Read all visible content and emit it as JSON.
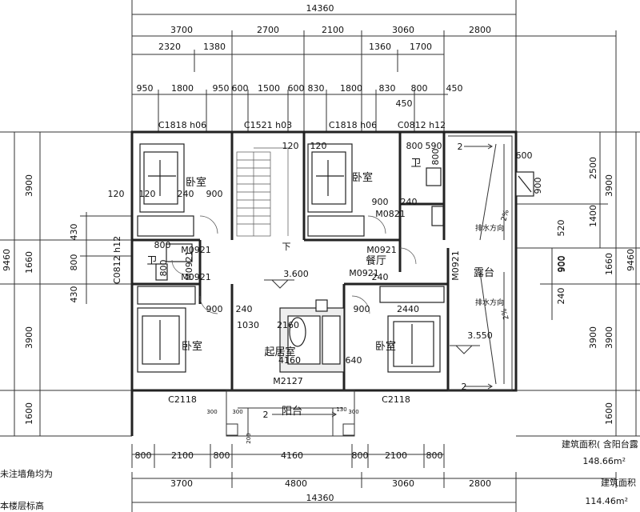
{
  "dimensions": {
    "total_top": "14360",
    "top_row1": [
      "3700",
      "2700",
      "2100",
      "3060",
      "2800"
    ],
    "top_row2": [
      "2320",
      "1380",
      "1360",
      "1700"
    ],
    "top_row3": [
      "950",
      "1800",
      "950",
      "600",
      "1500",
      "600",
      "830",
      "1800",
      "830",
      "800",
      "450"
    ],
    "top_extra": "450",
    "left_outer": "9460",
    "left_inner": [
      "3900",
      "430",
      "1660",
      "430",
      "3900",
      "1600"
    ],
    "left_small": [
      "800",
      "800"
    ],
    "right_outer": "9460",
    "right_inner1": [
      "2500",
      "1400",
      "520",
      "900",
      "240",
      "3900",
      "1600"
    ],
    "right_inner2": [
      "3900",
      "1660",
      "3900"
    ],
    "bottom_row1": [
      "800",
      "2100",
      "800",
      "4160",
      "800",
      "2100",
      "800"
    ],
    "bottom_row2": [
      "3700",
      "4800",
      "3060",
      "2800"
    ],
    "total_bottom": "14360",
    "inner": [
      "120",
      "120",
      "240",
      "900",
      "120",
      "120",
      "900",
      "240",
      "800",
      "590",
      "600",
      "900",
      "900",
      "240",
      "1030",
      "2160",
      "4160",
      "640",
      "900",
      "2440",
      "900",
      "240",
      "300",
      "300",
      "130",
      "300",
      "200",
      "800",
      "800"
    ]
  },
  "windows": [
    "C1818 h06",
    "C1521 h03",
    "C1818 h06",
    "C0812 h12",
    "C0812 h12",
    "C2118",
    "C2118"
  ],
  "doors": [
    "M0921",
    "M0921",
    "M0921",
    "M0921",
    "M0821",
    "M0921",
    "M0921",
    "M2127"
  ],
  "rooms": {
    "bedroom": "卧室",
    "bath": "卫",
    "dining": "餐厅",
    "terrace": "露台",
    "living": "起居室",
    "balcony": "阳台",
    "stair_down": "下"
  },
  "levels": [
    "3.600",
    "3.550"
  ],
  "drainage": "排水方向",
  "slope": "2%",
  "slope_mark": "2",
  "notes": [
    "未注墙角均为",
    "本楼层标高"
  ],
  "area": {
    "label1": "建筑面积( 含阳台露",
    "value1": "148.66m²",
    "label2": "建筑面积",
    "value2": "114.46m²"
  }
}
